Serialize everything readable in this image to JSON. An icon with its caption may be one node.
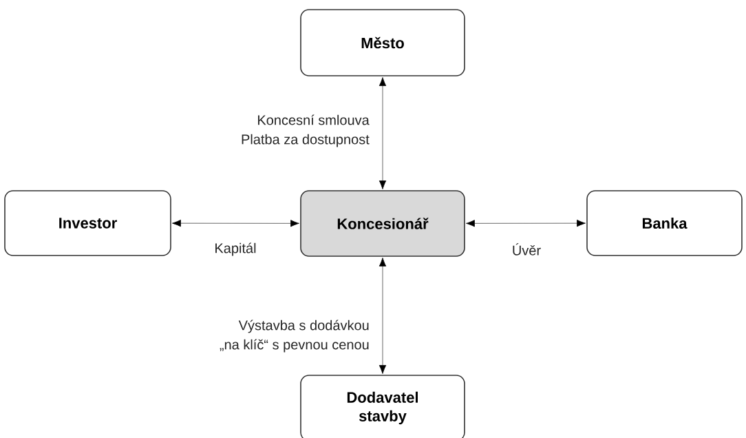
{
  "diagram": {
    "nodes": [
      {
        "text": [
          "Město"
        ]
      },
      {
        "text": [
          "Investor"
        ]
      },
      {
        "text": [
          "Koncesionář"
        ]
      },
      {
        "text": [
          "Banka"
        ]
      },
      {
        "text": [
          "Dodavatel stavby"
        ]
      }
    ],
    "edges": [
      {
        "from": 0,
        "to": 2,
        "arrow": "both",
        "label": "Koncesní smlouva Platba za dostupnost"
      },
      {
        "from": 1,
        "to": 2,
        "arrow": "both",
        "label": "Kapitál"
      },
      {
        "from": 2,
        "to": 3,
        "arrow": "both",
        "label": "Úvěr"
      },
      {
        "from": 2,
        "to": 4,
        "arrow": "both",
        "label": "Výstavba s dodávkou „na klíč“ s pevnou cenou"
      }
    ]
  }
}
